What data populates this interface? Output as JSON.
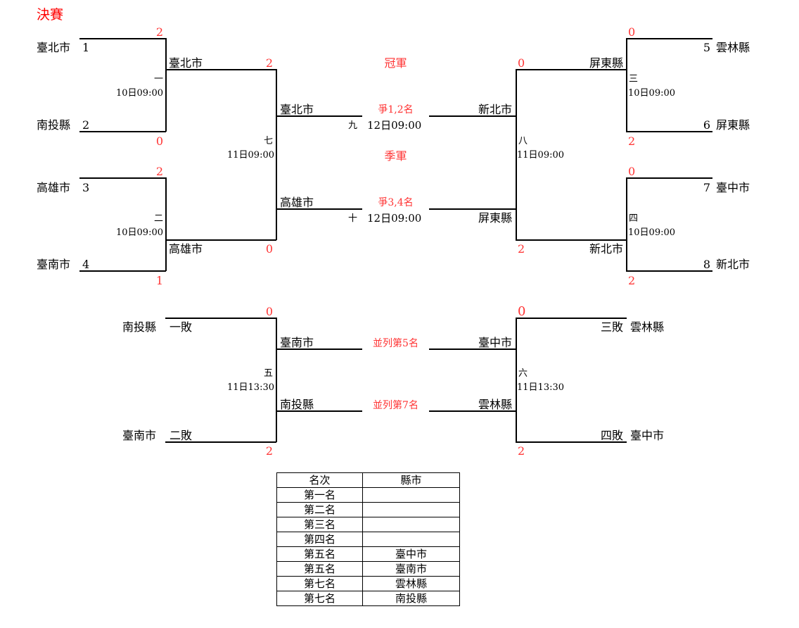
{
  "title": "決賽",
  "colors": {
    "score": "#ff3333",
    "line": "#000000",
    "title": "#ff0000"
  },
  "left": {
    "seeds": [
      {
        "team": "臺北市",
        "seed": "1",
        "score": "2"
      },
      {
        "team": "南投縣",
        "seed": "2",
        "score": "0"
      },
      {
        "team": "高雄市",
        "seed": "3",
        "score": "2"
      },
      {
        "team": "臺南市",
        "seed": "4",
        "score": "1"
      }
    ],
    "games": [
      {
        "no": "一",
        "time": "10日09:00"
      },
      {
        "no": "二",
        "time": "10日09:00"
      },
      {
        "no": "七",
        "time": "11日09:00"
      }
    ],
    "round2": [
      {
        "team": "臺北市",
        "score": "2"
      },
      {
        "team": "高雄市",
        "score": "0"
      }
    ],
    "semis": [
      {
        "team": "臺北市"
      },
      {
        "team": "高雄市"
      }
    ]
  },
  "right": {
    "seeds": [
      {
        "team": "雲林縣",
        "seed": "5",
        "score": "0"
      },
      {
        "team": "屏東縣",
        "seed": "6",
        "score": "2"
      },
      {
        "team": "臺中市",
        "seed": "7",
        "score": "0"
      },
      {
        "team": "新北市",
        "seed": "8",
        "score": "2"
      }
    ],
    "games": [
      {
        "no": "三",
        "time": "10日09:00"
      },
      {
        "no": "四",
        "time": "10日09:00"
      },
      {
        "no": "八",
        "time": "11日09:00"
      }
    ],
    "round2": [
      {
        "team": "屏東縣",
        "score": "0"
      },
      {
        "team": "新北市",
        "score": "2"
      }
    ],
    "semis": [
      {
        "team": "新北市"
      },
      {
        "team": "屏東縣"
      }
    ]
  },
  "center": {
    "champion_label": "冠軍",
    "final_label": "爭1,2名",
    "final_no": "九",
    "final_time": "12日09:00",
    "third_label": "季軍",
    "third_match_label": "爭3,4名",
    "third_no": "十",
    "third_time": "12日09:00"
  },
  "consolation": {
    "left": {
      "entries": [
        {
          "team": "南投縣",
          "tag": "一敗",
          "score": "0"
        },
        {
          "team": "臺南市",
          "tag": "二敗",
          "score": "2"
        }
      ],
      "game": {
        "no": "五",
        "time": "11日13:30"
      },
      "outcomes": [
        {
          "team": "臺南市"
        },
        {
          "team": "南投縣"
        }
      ]
    },
    "right": {
      "entries": [
        {
          "team": "雲林縣",
          "tag": "三敗",
          "score": "0"
        },
        {
          "team": "臺中市",
          "tag": "四敗",
          "score": "2"
        }
      ],
      "game": {
        "no": "六",
        "time": "11日13:30"
      },
      "outcomes": [
        {
          "team": "臺中市"
        },
        {
          "team": "雲林縣"
        }
      ]
    },
    "fifth_label": "並列第5名",
    "seventh_label": "並列第7名"
  },
  "ranking": {
    "headers": [
      "名次",
      "縣市"
    ],
    "rows": [
      {
        "rank": "第一名",
        "team": ""
      },
      {
        "rank": "第二名",
        "team": ""
      },
      {
        "rank": "第三名",
        "team": ""
      },
      {
        "rank": "第四名",
        "team": ""
      },
      {
        "rank": "第五名",
        "team": "臺中市"
      },
      {
        "rank": "第五名",
        "team": "臺南市"
      },
      {
        "rank": "第七名",
        "team": "雲林縣"
      },
      {
        "rank": "第七名",
        "team": "南投縣"
      }
    ]
  }
}
